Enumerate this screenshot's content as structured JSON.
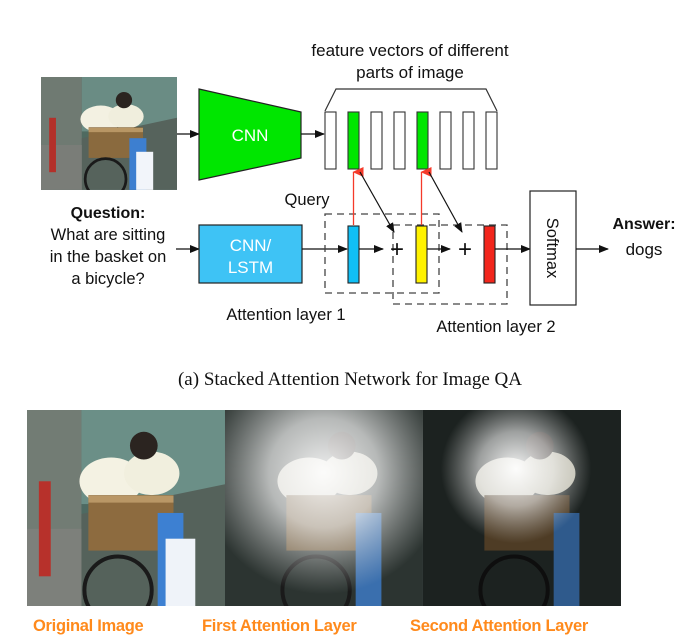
{
  "diagram": {
    "feature_label_line1": "feature vectors of different",
    "feature_label_line2": "parts of image",
    "cnn_label": "CNN",
    "cnn_lstm_label_line1": "CNN/",
    "cnn_lstm_label_line2": "LSTM",
    "question_heading": "Question:",
    "question_line1": "What are sitting",
    "question_line2": "in the basket on",
    "question_line3": "a bicycle?",
    "query_label": "Query",
    "attention_layer1_label": "Attention layer 1",
    "attention_layer2_label": "Attention layer 2",
    "softmax_label": "Softmax",
    "answer_heading": "Answer:",
    "answer_value": "dogs",
    "plus_symbol": "+",
    "feature_vectors_count": 8,
    "highlighted_feature_vectors": [
      1,
      4
    ],
    "colors": {
      "cnn_fill": "#00E600",
      "cnn_lstm_fill": "#3EC3F5",
      "query_vector": "#10BFF5",
      "layer1_vector": "#FFF200",
      "layer2_vector": "#F2261C",
      "attention_arrow": "#F53A2A",
      "feature_highlight": "#00E600"
    }
  },
  "caption": "(a) Stacked Attention Network for Image QA",
  "panels": {
    "labels": [
      "Original Image",
      "First Attention Layer",
      "Second Attention Layer"
    ],
    "label_color": "#FF8A1C"
  }
}
